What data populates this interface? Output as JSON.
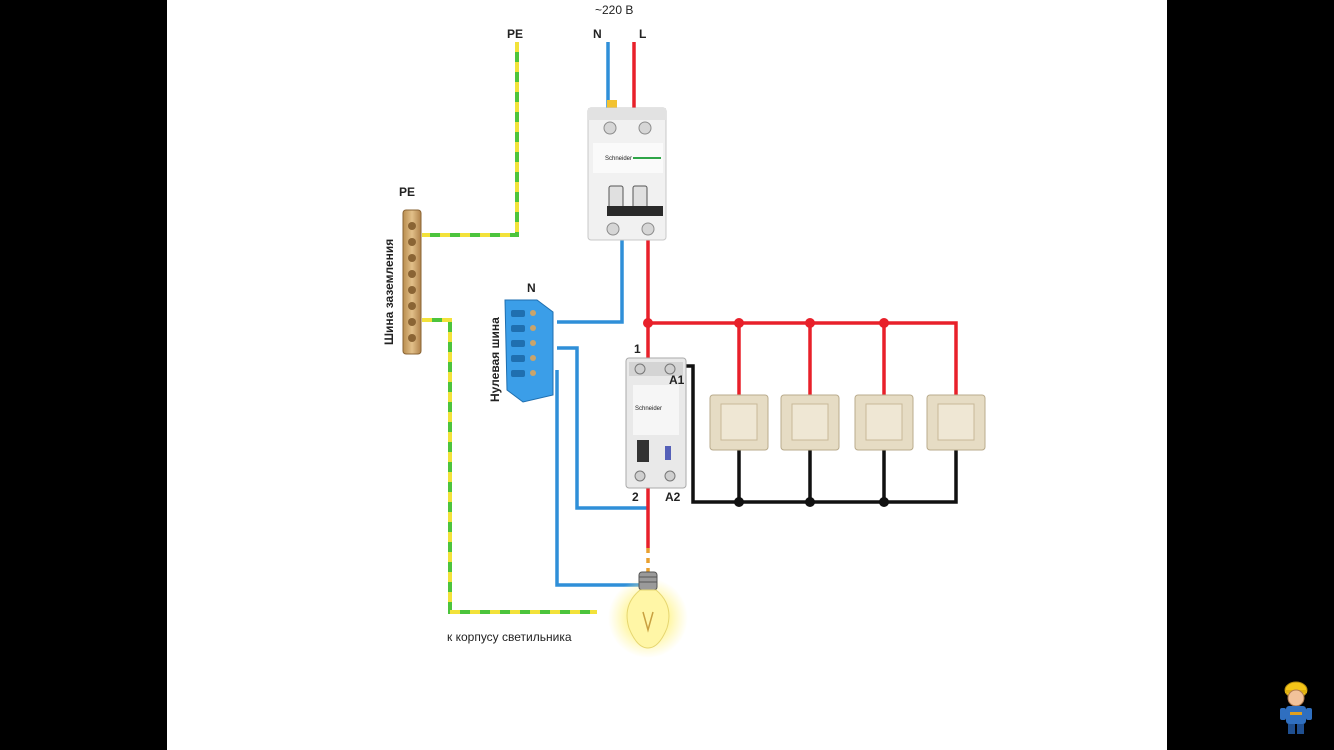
{
  "diagram": {
    "supply_label": "~220 В",
    "neutral_label": "N",
    "line_label": "L",
    "pe_top_label": "PE",
    "pe_bus_top_label": "PE",
    "ground_bus_label": "Шина заземления",
    "neutral_bus_top_label": "N",
    "neutral_bus_label": "Нулевая шина",
    "relay_terminal_1": "1",
    "relay_terminal_2": "2",
    "relay_terminal_a1": "A1",
    "relay_terminal_a2": "A2",
    "lamp_body_label": "к корпусу светильника",
    "breaker_brand": "Schneider",
    "relay_brand": "Schneider",
    "switch_count": 4
  },
  "colors": {
    "phase": "#e8202a",
    "neutral": "#2f8fd8",
    "pe_green": "#4cc43c",
    "pe_yellow": "#f2e23a",
    "control": "#111111",
    "switch_frame": "#e6dcc4",
    "switch_key": "#efe7d4",
    "brass": "#c9a46a",
    "bus_blue": "#3b9ee8"
  },
  "icons": {
    "breaker": "circuit-breaker-icon",
    "relay": "impulse-relay-icon",
    "lamp": "light-bulb-icon",
    "switch": "push-button-switch-icon",
    "ground_bus": "ground-bus-bar-icon",
    "neutral_bus": "neutral-bus-bar-icon",
    "mascot": "electrician-mascot-icon"
  }
}
